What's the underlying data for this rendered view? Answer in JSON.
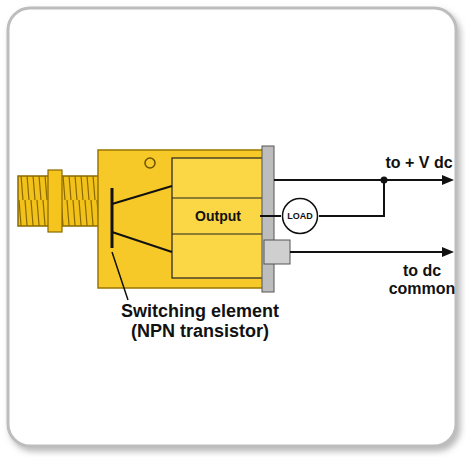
{
  "diagram": {
    "nodes": [
      {
        "text": [
          "Output"
        ]
      },
      {
        "text": [
          "LOAD"
        ]
      }
    ],
    "edges": [
      {
        "from": 0,
        "to": 1,
        "arrow": "none"
      }
    ],
    "labels": [
      "to + V dc",
      "to dc common",
      "Switching element (NPN transistor)"
    ]
  }
}
